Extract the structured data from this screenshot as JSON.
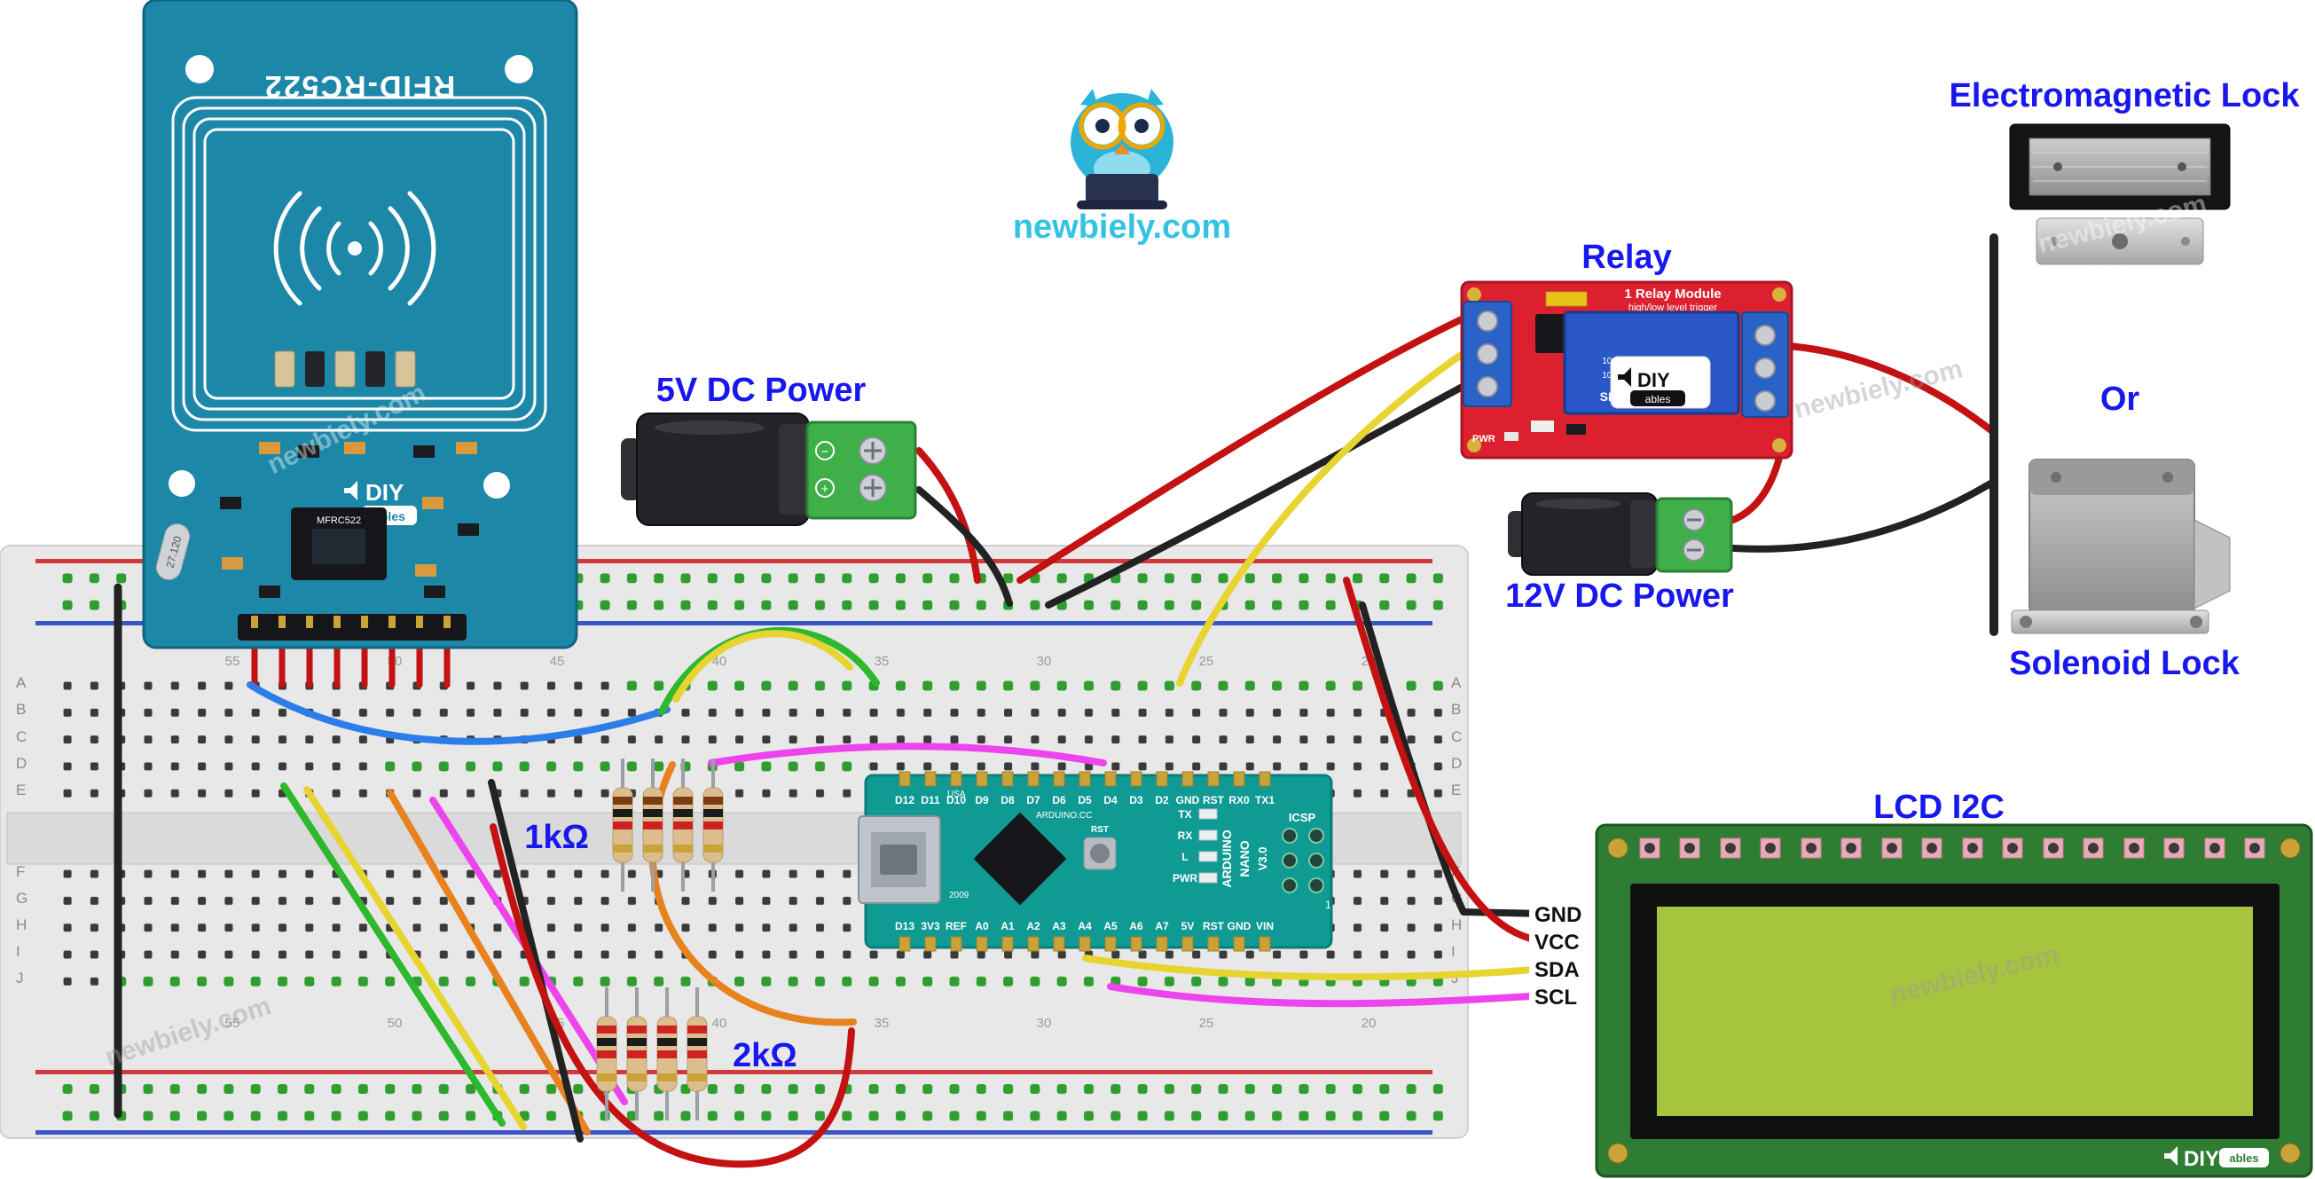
{
  "brand": {
    "site": "newbiely.com",
    "watermark": "newbiely.com",
    "accent": "#35c3e3"
  },
  "labels": {
    "power_5v": "5V DC Power",
    "power_12v": "12V DC Power",
    "relay": "Relay",
    "electromagnetic_lock": "Electromagnetic Lock",
    "or": "Or",
    "solenoid_lock": "Solenoid Lock",
    "lcd": "LCD I2C",
    "resistor_1k": "1kΩ",
    "resistor_2k": "2kΩ",
    "label_color": "#1717ee"
  },
  "rfid": {
    "title": "RFID-RC522",
    "chip": "MFRC522",
    "crystal": "27.120",
    "logo_top": "DIY",
    "logo_bottom": "ables"
  },
  "relay_module": {
    "heading1": "1 Relay Module",
    "heading2": "high/low level trigger",
    "cube_model": "SRD-05VDC-SL-C",
    "cube_spec1": "10A 250VAC 10A 30VDC",
    "cube_spec2": "10A 125VAC 10A 28VDC",
    "pwr": "PWR",
    "logo_top": "DIY",
    "logo_bottom": "ables"
  },
  "power_jack_5v": {
    "minus": "−",
    "plus": "+"
  },
  "arduino": {
    "top_pins": [
      "D12",
      "D11",
      "D10",
      "D9",
      "D8",
      "D7",
      "D6",
      "D5",
      "D4",
      "D3",
      "D2",
      "GND",
      "RST",
      "RX0",
      "TX1"
    ],
    "bottom_pins": [
      "D13",
      "3V3",
      "REF",
      "A0",
      "A1",
      "A2",
      "A3",
      "A4",
      "A5",
      "A6",
      "A7",
      "5V",
      "RST",
      "GND",
      "VIN"
    ],
    "brand_line1": "ARDUINO",
    "brand_line2": "NANO",
    "brand_line3": "V3.0",
    "arduino_cc": "ARDUINO.CC",
    "usa": "USA",
    "year": "2009",
    "icsp": "ICSP",
    "tx": "TX",
    "rx": "RX",
    "led_l": "L",
    "pwr": "PWR",
    "rst": "RST",
    "pin1": "1"
  },
  "lcd": {
    "pin_labels": [
      "GND",
      "VCC",
      "SDA",
      "SCL"
    ],
    "logo_top": "DIY",
    "logo_bottom": "ables"
  },
  "breadboard": {
    "row_letters": [
      "A",
      "B",
      "C",
      "D",
      "E",
      "F",
      "G",
      "H",
      "I",
      "J"
    ],
    "column_numbers": [
      "55",
      "50",
      "45",
      "40",
      "35",
      "30",
      "25",
      "20"
    ]
  },
  "colors": {
    "wire_red": "#c41111",
    "wire_black": "#222222",
    "wire_yellow": "#e8d431",
    "wire_green": "#2eb82e",
    "wire_blue": "#2b7de9",
    "wire_orange": "#e8821e",
    "wire_magenta": "#ee44ee",
    "rfid_board": "#1d87a8",
    "relay_board": "#dd2030",
    "relay_cube": "#2a57c8",
    "arduino_board": "#0f9b94",
    "lcd_board": "#2e7d32",
    "lcd_screen": "#a6c43d",
    "breadboard": "#e8e8e8",
    "terminal_green": "#3faf4a"
  }
}
